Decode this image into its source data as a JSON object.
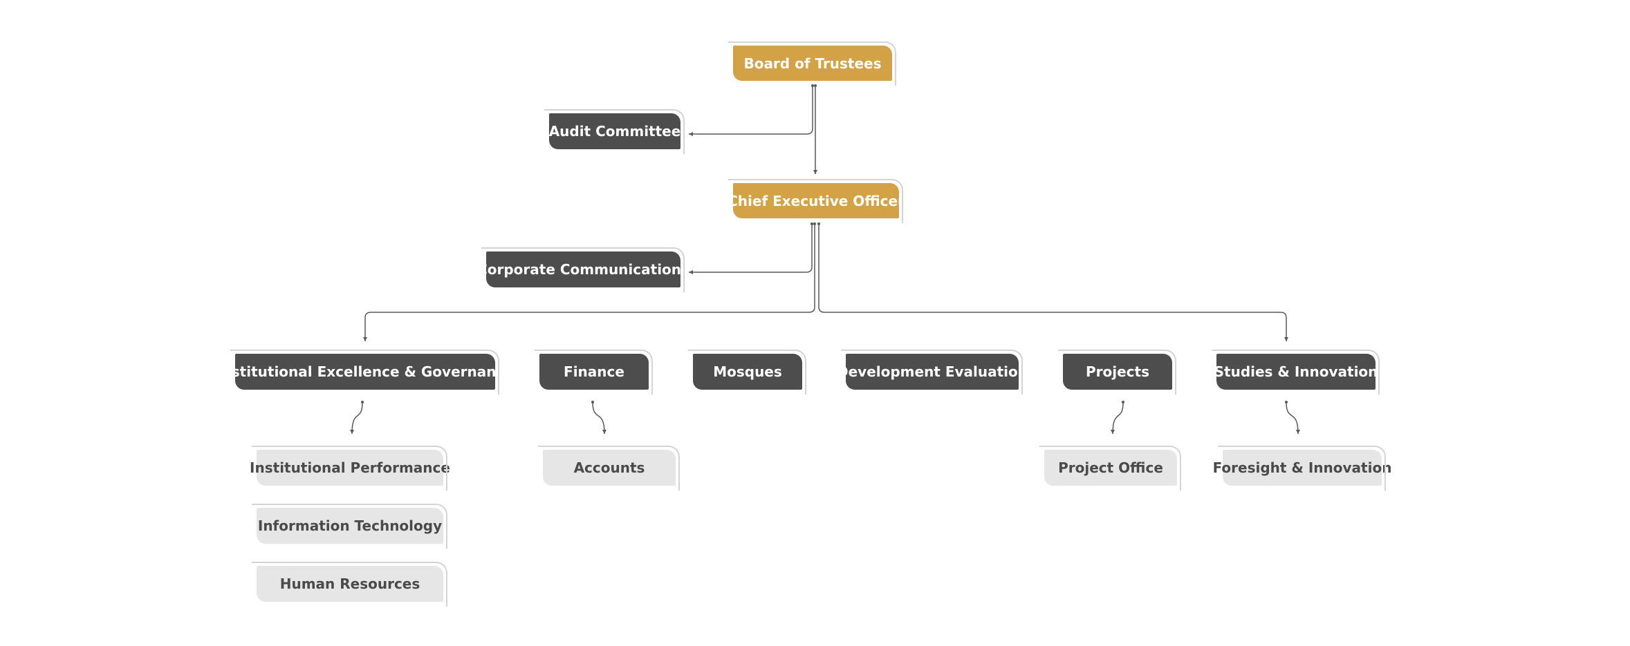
{
  "colors": {
    "executive": "#d4a246",
    "department": "#4d4d4d",
    "section": "#e6e6e6",
    "connector": "#595959"
  },
  "nodes": {
    "board": "Board of Trustees",
    "audit": "Audit Committee",
    "ceo": "Chief Executive Officer",
    "corpcomm": "Corporate Communications",
    "ieg": "Institutional Excellence & Governance",
    "finance": "Finance",
    "mosques": "Mosques",
    "deveval": "Development Evaluation",
    "projects": "Projects",
    "studies": "Studies & Innovation",
    "instperf": "Institutional Performance",
    "it": "Information Technology",
    "hr": "Human Resources",
    "accounts": "Accounts",
    "projoffice": "Project Office",
    "foresight": "Foresight & Innovation"
  }
}
